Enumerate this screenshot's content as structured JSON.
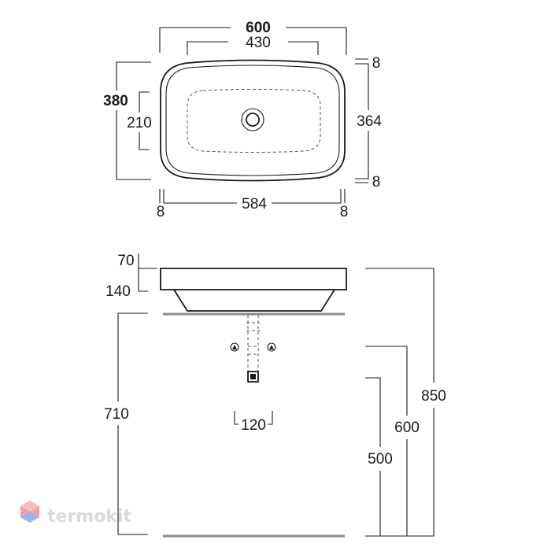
{
  "top_view": {
    "overall_width": "600",
    "inner_width": "430",
    "overall_depth": "380",
    "inner_depth": "210",
    "rim_depth": "364",
    "rim_top": "8",
    "rim_bottom": "8",
    "base_width": "584",
    "base_left": "8",
    "base_right": "8"
  },
  "side_view": {
    "rim_height": "70",
    "basin_height": "140",
    "counter_height": "710",
    "drain_spacing": "120",
    "height_total": "850",
    "height_tap": "600",
    "height_drain": "500"
  },
  "watermark": {
    "text": "termokit"
  },
  "colors": {
    "line": "#1a1a1a",
    "counter": "#8a8a8a",
    "watermark_red": "#e8505b",
    "watermark_blue": "#4a7bd0"
  }
}
